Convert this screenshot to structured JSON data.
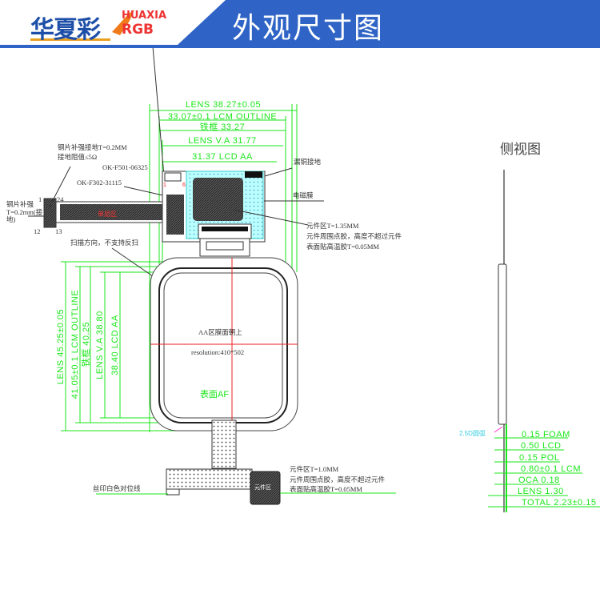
{
  "header": {
    "logo_cn": "华夏彩",
    "logo_en_top": "HUAXIA",
    "logo_en_bottom": "RGB",
    "title": "外观尺寸图",
    "brand_color": "#2f64c6"
  },
  "top_dims": {
    "lens": "LENS 38.27±0.05",
    "lcm": "33.07±0.1 LCM OUTLINE",
    "glass": "铁框 33.27",
    "lens_va": "LENS V.A 31.77",
    "lcd_aa": "31.37 LCD AA"
  },
  "left_dims": {
    "lens": "LENS 45.25±0.05",
    "lcm": "41.05±0.1 LCM OUTLINE",
    "glass": "铁框 40.25",
    "lens_va": "LENS V.A 38.80",
    "lcd_aa": "38.40 LCD AA"
  },
  "notes": {
    "steel_ground_1": "钢片补强接地T=0.2MM",
    "steel_ground_2": "接地阻值≤5Ω",
    "connector_1": "OK-F501-06325",
    "connector_2": "OK-F302-31115",
    "steel_small_1": "钢片补强",
    "steel_small_2": "T=0.2mm(接",
    "steel_small_3": "地)",
    "pin1": "1",
    "pin24": "24",
    "pin12": "12",
    "pin13": "13",
    "pin_a": "1",
    "pin_b": "6",
    "single_layer": "单层区",
    "copper_ground": "漏铜接地",
    "emi_film": "电磁膜",
    "comp_1": "元件区T=1.35MM",
    "comp_2": "元件周围点胶，高度不超过元件",
    "comp_3": "表面贴高温胶T=0.05MM",
    "scan": "扫描方向，不支持反扫",
    "aa_note": "AA区膜面朝上",
    "resolution": "resolution:410*502",
    "surface": "表面AF",
    "comp_b1": "元件区T=1.0MM",
    "comp_b2": "元件周围点胶，高度不超过元件",
    "comp_b3": "表面贴高温胶T=0.05MM",
    "silk": "丝印白色对位线",
    "comp_label": "元件区"
  },
  "side_view": {
    "title": "侧视图",
    "arc": "2.5D圆弧",
    "layers": [
      "0.15 FOAM",
      "0.50 LCD",
      "0.15 POL",
      "0.80±0.1 LCM",
      "OCA 0.18",
      "LENS 1.30",
      "TOTAL 2.23±0.15"
    ]
  }
}
